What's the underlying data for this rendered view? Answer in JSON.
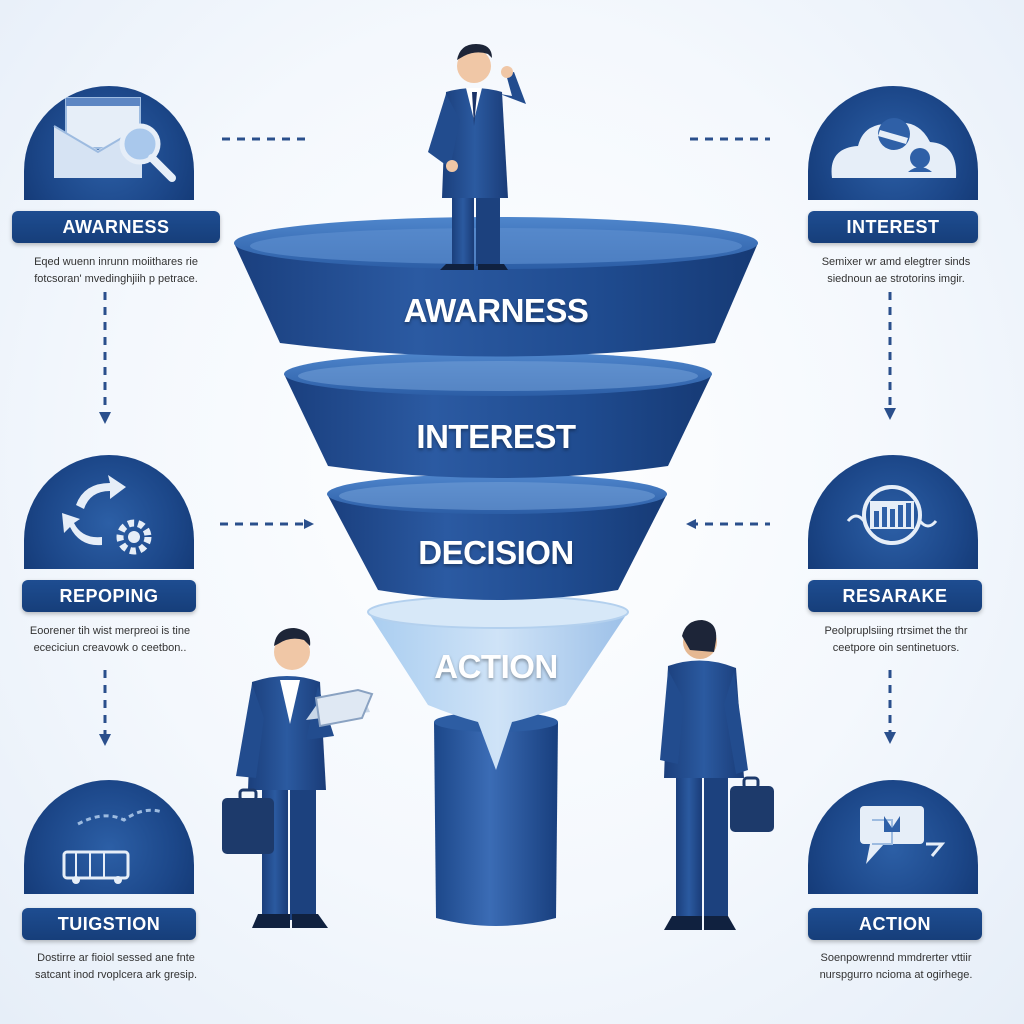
{
  "funnel": {
    "stages": [
      {
        "label": "AWARNESS"
      },
      {
        "label": "INTEREST"
      },
      {
        "label": "DECISION"
      },
      {
        "label": "ACTION"
      }
    ]
  },
  "cards": {
    "top_left": {
      "title": "AWARNESS",
      "lines": [
        "Eqed wuenn inrunn moiithares rie",
        "fotcsoran' mvedinghjiih p petrace."
      ],
      "icon": "envelope-search-icon"
    },
    "top_right": {
      "title": "INTEREST",
      "lines": [
        "Semixer wr amd elegtrer sinds",
        "siednoun ae strotorins imgir."
      ],
      "icon": "cloud-person-icon"
    },
    "mid_left": {
      "title": "REPOPING",
      "lines": [
        "Eoorener tih wist merpreoi is tine",
        "ececiciun creavowk o ceetbon.."
      ],
      "icon": "cycle-gear-icon"
    },
    "mid_right": {
      "title": "RESARAKE",
      "lines": [
        "Peolpruplsiing rtrsimet the thr",
        "ceetpore oin sentinetuors."
      ],
      "icon": "chart-board-icon"
    },
    "bottom_left": {
      "title": "TUIGSTION",
      "lines": [
        "Dostirre ar fioiol sessed ane fnte",
        "satcant inod rvoplcera ark gresip."
      ],
      "icon": "screen-path-icon"
    },
    "bottom_right": {
      "title": "ACTION",
      "lines": [
        "Soenpowrennd mmdrerter vttiir",
        "nurspgurro ncioma at ogirhege."
      ],
      "icon": "chat-bubble-icon"
    }
  },
  "colors": {
    "primary": "#1c4789",
    "dark": "#123671",
    "light": "#9cc3ec",
    "background": "#f4f8fd"
  }
}
